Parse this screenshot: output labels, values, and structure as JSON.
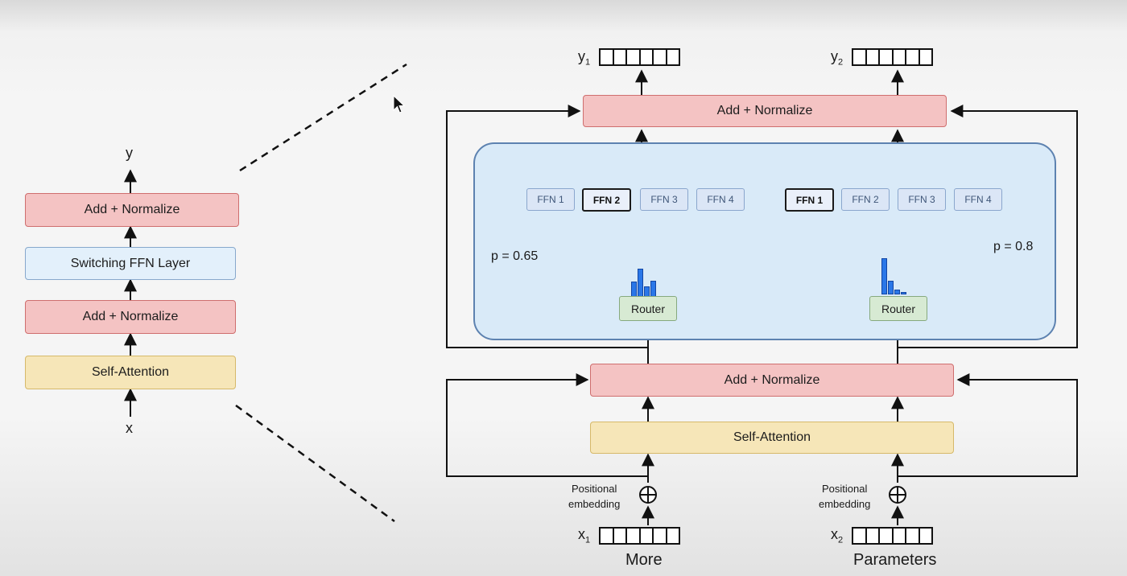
{
  "left": {
    "output": "y",
    "input": "x",
    "blocks": [
      "Add + Normalize",
      "Switching FFN Layer",
      "Add + Normalize",
      "Self-Attention"
    ]
  },
  "right": {
    "top_norm": "Add + Normalize",
    "bottom_norm": "Add + Normalize",
    "attention": "Self-Attention",
    "outputs": [
      {
        "name": "y",
        "sub": "1"
      },
      {
        "name": "y",
        "sub": "2"
      }
    ],
    "inputs": [
      {
        "name": "x",
        "sub": "1",
        "word": "More",
        "pos_label_1": "Positional",
        "pos_label_2": "embedding"
      },
      {
        "name": "x",
        "sub": "2",
        "word": "Parameters",
        "pos_label_1": "Positional",
        "pos_label_2": "embedding"
      }
    ],
    "experts_left": [
      "FFN 1",
      "FFN 2",
      "FFN 3",
      "FFN 4"
    ],
    "experts_right": [
      "FFN 1",
      "FFN 2",
      "FFN 3",
      "FFN 4"
    ],
    "selected_left": 1,
    "selected_right": 0,
    "router_label": "Router",
    "p_left": "p = 0.65",
    "p_right": "p = 0.8",
    "router_dist_left": [
      0.35,
      0.65,
      0.25,
      0.38
    ],
    "router_dist_right": [
      0.8,
      0.3,
      0.1,
      0.05
    ]
  },
  "colors": {
    "norm_fill": "#f4c3c3",
    "attention_fill": "#f6e6b8",
    "switch_fill": "#e3f0fb",
    "router_fill": "#d7ead3",
    "moe_panel_fill": "#d9eaf8",
    "histogram_bar": "#2a77e8"
  }
}
